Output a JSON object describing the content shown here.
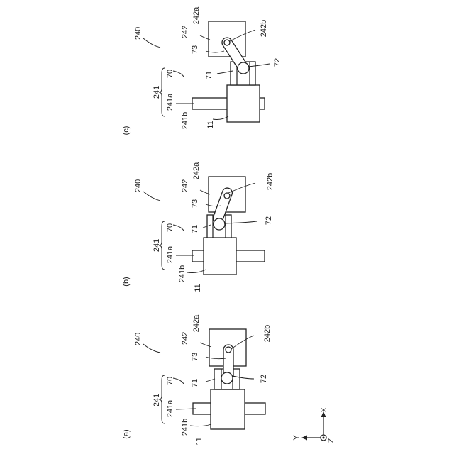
{
  "figure": {
    "panels": [
      {
        "id": "a",
        "caption": "(a)",
        "labels": {
          "assembly": "240",
          "arm_242": "242",
          "part_242a": "242a",
          "part_242b": "242b",
          "link_73": "73",
          "joint_72": "72",
          "mount_71": "71",
          "unit_70": "70",
          "slider_241": "241",
          "rail_241a": "241a",
          "rail_241b": "241b",
          "block_11": "11"
        }
      },
      {
        "id": "b",
        "caption": "(b)",
        "labels": {
          "assembly": "240",
          "arm_242": "242",
          "part_242a": "242a",
          "part_242b": "242b",
          "link_73": "73",
          "joint_72": "72",
          "mount_71": "71",
          "unit_70": "70",
          "slider_241": "241",
          "rail_241a": "241a",
          "rail_241b": "241b",
          "block_11": "11"
        }
      },
      {
        "id": "c",
        "caption": "(c)",
        "labels": {
          "assembly": "240",
          "arm_242": "242",
          "part_242a": "242a",
          "part_242b": "242b",
          "link_73": "73",
          "joint_72": "72",
          "mount_71": "71",
          "unit_70": "70",
          "slider_241": "241",
          "rail_241a": "241a",
          "rail_241b": "241b",
          "block_11": "11"
        }
      }
    ],
    "axes": {
      "x": "X",
      "y": "Y",
      "z": "Z"
    }
  }
}
